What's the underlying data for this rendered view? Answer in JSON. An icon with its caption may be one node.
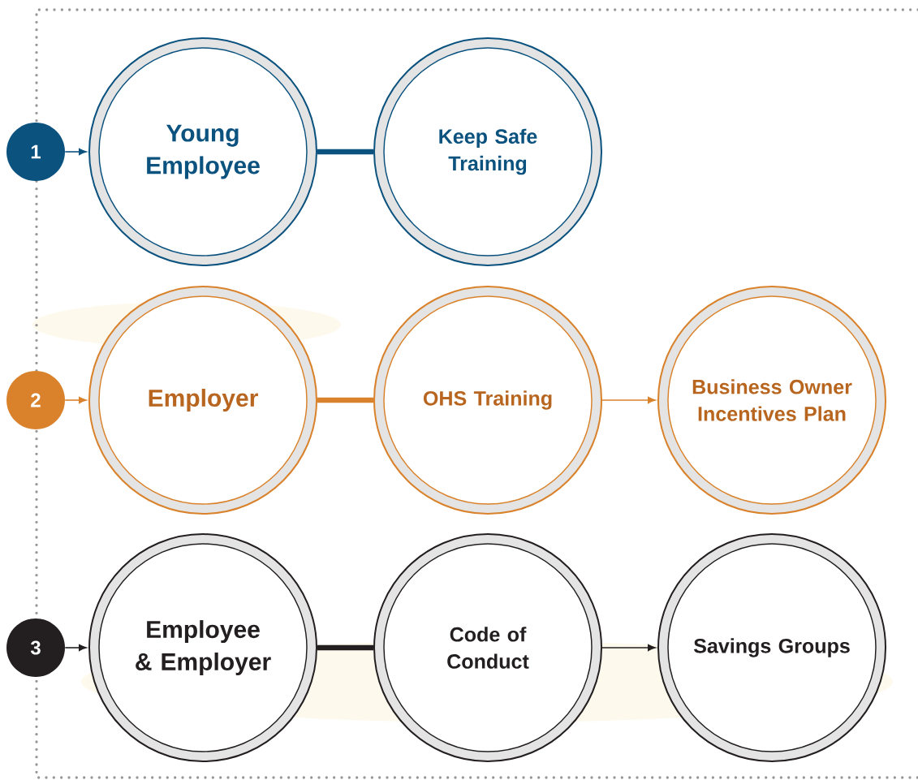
{
  "diagram": {
    "nodes": [
      {
        "text": [
          "1"
        ]
      },
      {
        "text": [
          "Young Employee"
        ]
      },
      {
        "text": [
          "Keep Safe Training"
        ]
      },
      {
        "text": [
          "2"
        ]
      },
      {
        "text": [
          "Employer"
        ]
      },
      {
        "text": [
          "OHS Training"
        ]
      },
      {
        "text": [
          "Business Owner Incentives Plan"
        ]
      },
      {
        "text": [
          "3"
        ]
      },
      {
        "text": [
          "Employee & Employer"
        ]
      },
      {
        "text": [
          "Code of Conduct"
        ]
      },
      {
        "text": [
          "Savings Groups"
        ]
      }
    ],
    "edges": [
      {
        "from": 0,
        "to": 1,
        "arrow": "to",
        "color": "#0b527f"
      },
      {
        "from": 1,
        "to": 2,
        "arrow": "none",
        "style": "thick",
        "color": "#0b527f"
      },
      {
        "from": 3,
        "to": 4,
        "arrow": "to",
        "color": "#d9822b"
      },
      {
        "from": 4,
        "to": 5,
        "arrow": "none",
        "style": "thick",
        "color": "#d9822b"
      },
      {
        "from": 5,
        "to": 6,
        "arrow": "to",
        "color": "#d9822b"
      },
      {
        "from": 7,
        "to": 8,
        "arrow": "to",
        "color": "#231f20"
      },
      {
        "from": 8,
        "to": 9,
        "arrow": "none",
        "style": "thick",
        "color": "#231f20"
      },
      {
        "from": 9,
        "to": 10,
        "arrow": "to",
        "color": "#231f20"
      }
    ]
  }
}
